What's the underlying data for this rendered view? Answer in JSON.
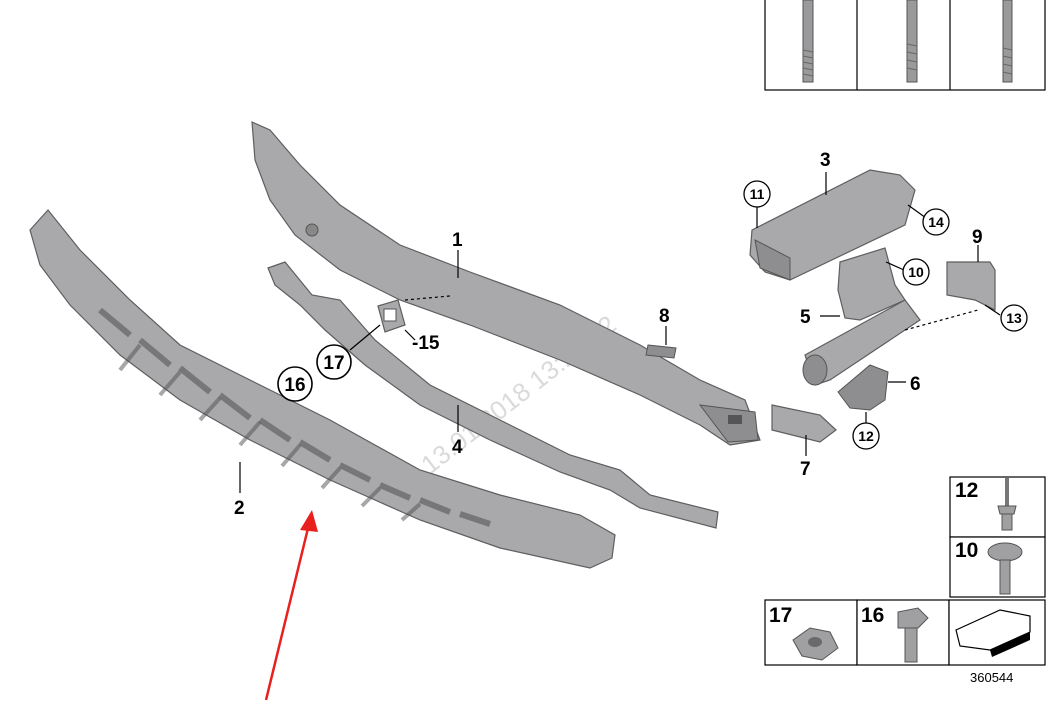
{
  "diagram_id": "360544",
  "watermark": "13.01.2018 13:22:12",
  "callouts": {
    "c1": "1",
    "c2": "2",
    "c3": "3",
    "c4": "4",
    "c5": "5",
    "c6": "6",
    "c7": "7",
    "c8": "8",
    "c9": "9",
    "c10": "10",
    "c11": "11",
    "c12": "12",
    "c13": "13",
    "c14": "14",
    "c15": "-15",
    "c16": "16",
    "c17": "17"
  },
  "legend": {
    "b12": "12",
    "b10": "10",
    "b17": "17",
    "b16": "16"
  },
  "colors": {
    "part": "#a9a9ab",
    "arrow": "#e8201e",
    "lines": "#000000"
  }
}
